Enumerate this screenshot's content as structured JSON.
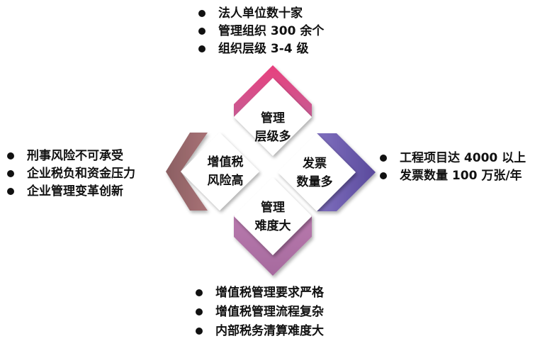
{
  "quadrants": {
    "top": {
      "line1": "管理",
      "line2": "层级多",
      "color": "#d9508a"
    },
    "right": {
      "line1": "发票",
      "line2": "数量多",
      "color": "#6a5ba8"
    },
    "bottom": {
      "line1": "管理",
      "line2": "难度大",
      "color": "#b06aa4"
    },
    "left": {
      "line1": "增值税",
      "line2": "风险高",
      "color": "#9c6a6d"
    }
  },
  "lists": {
    "top": [
      "法人单位数十家",
      "管理组织 300 余个",
      "组织层级 3-4 级"
    ],
    "left": [
      "刑事风险不可承受",
      "企业税负和资金压力",
      "企业管理变革创新"
    ],
    "right": [
      "工程项目达 4000 以上",
      "发票数量 100 万张/年"
    ],
    "bottom": [
      "增值税管理要求严格",
      "增值税管理流程复杂",
      "内部税务清算难度大"
    ]
  }
}
